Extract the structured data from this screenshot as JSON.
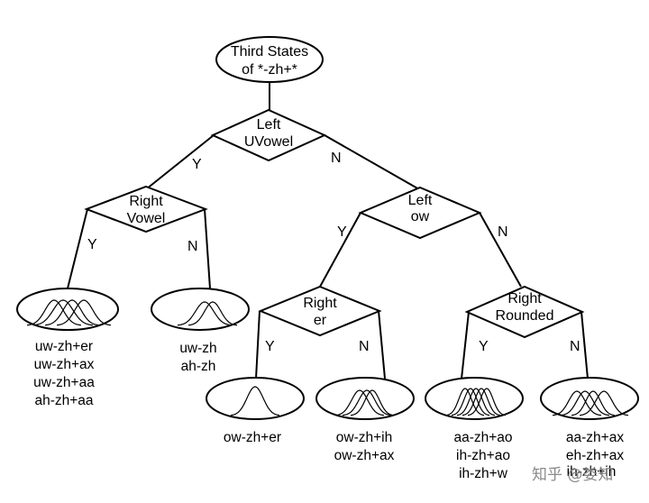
{
  "root": {
    "line1": "Third States",
    "line2": "of *-zh+*"
  },
  "decisions": {
    "left_uvowel": {
      "line1": "Left",
      "line2": "UVowel"
    },
    "right_vowel": {
      "line1": "Right",
      "line2": "Vowel"
    },
    "left_ow": {
      "line1": "Left",
      "line2": "ow"
    },
    "right_er": {
      "line1": "Right",
      "line2": "er"
    },
    "right_rounded": {
      "line1": "Right",
      "line2": "Rounded"
    }
  },
  "edges": {
    "yes": "Y",
    "no": "N"
  },
  "leaves": {
    "leaf1": [
      "uw-zh+er",
      "uw-zh+ax",
      "uw-zh+aa",
      "ah-zh+aa"
    ],
    "leaf2": [
      "uw-zh",
      "ah-zh"
    ],
    "leaf3": [
      "ow-zh+er"
    ],
    "leaf4": [
      "ow-zh+ih",
      "ow-zh+ax"
    ],
    "leaf5": [
      "aa-zh+ao",
      "ih-zh+ao",
      "ih-zh+w"
    ],
    "leaf6": [
      "aa-zh+ax",
      "eh-zh+ax",
      "ih-zh+ih"
    ]
  },
  "watermark": "知乎 @娄知"
}
